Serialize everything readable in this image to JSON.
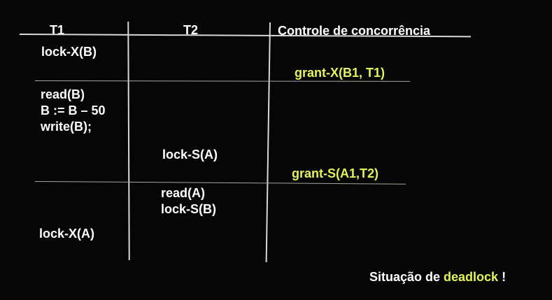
{
  "headers": {
    "t1": "T1",
    "t2": "T2",
    "cc": "Controle de concorrência"
  },
  "t1_ops": {
    "lock_x_b": "lock-X(B)",
    "read_b": "read(B)",
    "assign": "B := B – 50",
    "write_b": "write(B);",
    "lock_x_a": "lock-X(A)"
  },
  "t2_ops": {
    "lock_s_a": "lock-S(A)",
    "read_a": "read(A)",
    "lock_s_b": "lock-S(B)"
  },
  "cc_ops": {
    "grant_x": "grant-X(B1, T1)",
    "grant_s": "grant-S(A1,T2)"
  },
  "footer": {
    "prefix": "Situação de ",
    "highlight": "deadlock",
    "suffix": " !"
  },
  "colors": {
    "background": "#060606",
    "text": "#ffffff",
    "accent": "#e6f25a"
  }
}
